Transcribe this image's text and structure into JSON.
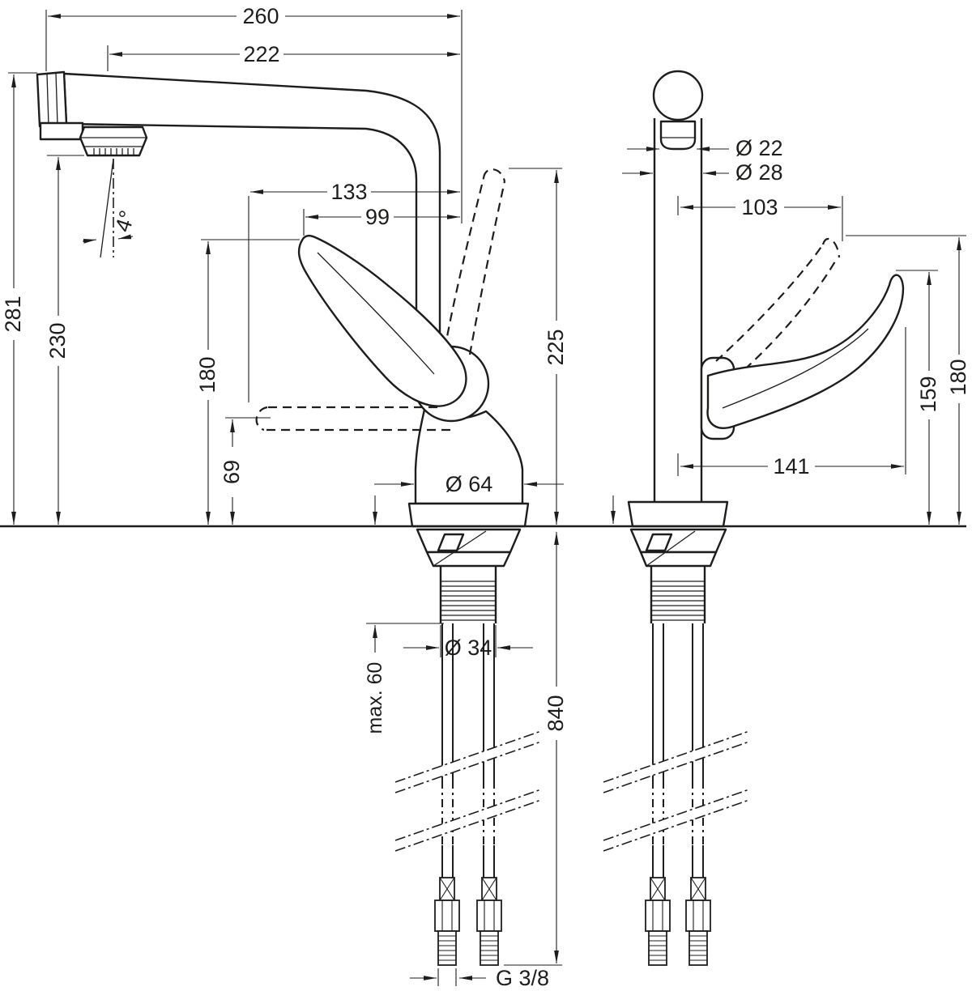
{
  "drawing": {
    "left_view": {
      "dim_overall_width": "260",
      "dim_spout_reach": "222",
      "dim_handle_reach_down": "133",
      "dim_handle_reach": "99",
      "dim_overall_height": "281",
      "dim_spout_outlet_height": "230",
      "dim_handle_height": "180",
      "dim_handle_down_height": "69",
      "dim_handle_max_height": "225",
      "dim_base_diameter": "Ø 64",
      "dim_spray_angle": "4°",
      "dim_max_deck_thickness": "max. 60",
      "dim_hole_diameter": "Ø 34",
      "dim_hose_length": "840",
      "dim_connection_thread": "G 3/8"
    },
    "right_view": {
      "dim_spout_inner_diameter": "Ø 22",
      "dim_spout_outer_diameter": "Ø 28",
      "dim_handle_side_reach": "103",
      "dim_handle_height_low": "159",
      "dim_handle_height_raised": "180",
      "dim_handle_side_reach_max": "141"
    },
    "line_color": "#1d1d1b",
    "background": "#ffffff"
  }
}
